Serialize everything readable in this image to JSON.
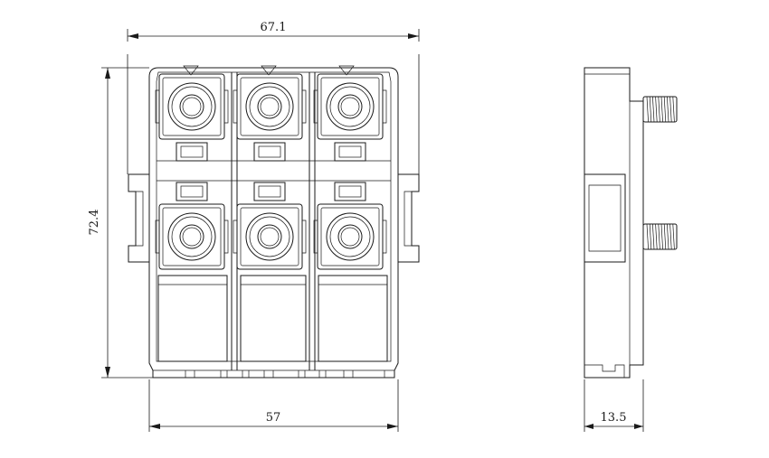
{
  "dimensions": {
    "top_width": "67.1",
    "height": "72.4",
    "bottom_width": "57",
    "side_depth": "13.5"
  }
}
